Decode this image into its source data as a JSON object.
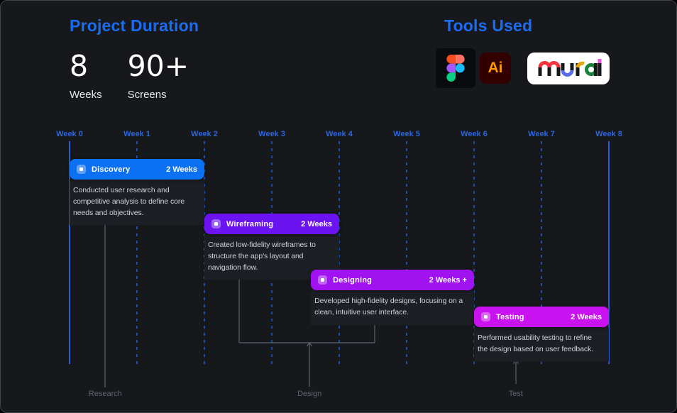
{
  "header": {
    "duration_title": "Project Duration",
    "stats": [
      {
        "value": "8",
        "label": "Weeks"
      },
      {
        "value": "90+",
        "label": "Screens"
      }
    ],
    "tools_title": "Tools Used",
    "tools": [
      {
        "name": "Figma"
      },
      {
        "name": "Adobe Illustrator",
        "short_label": "Ai"
      },
      {
        "name": "Mural"
      }
    ],
    "accent_blue": "#1a6df2"
  },
  "chart_data": {
    "type": "bar",
    "subtype": "gantt-timeline",
    "x_ticks": [
      "Week 0",
      "Week 1",
      "Week 2",
      "Week 3",
      "Week 4",
      "Week 5",
      "Week 6",
      "Week 7",
      "Week 8"
    ],
    "x_range": [
      0,
      8
    ],
    "grid": "dashed-vertical",
    "series": [
      {
        "name": "Discovery",
        "start_week": 0,
        "end_week": 2,
        "duration_label": "2 Weeks",
        "color": "#0c70f2",
        "description": "Conducted user research and competitive analysis to define core needs and objectives."
      },
      {
        "name": "Wireframing",
        "start_week": 2,
        "end_week": 4,
        "duration_label": "2 Weeks",
        "color": "#6c13f2",
        "description": "Created low-fidelity wireframes to structure the app's layout and navigation flow."
      },
      {
        "name": "Designing",
        "start_week": 3.58,
        "end_week": 6,
        "duration_label": "2 Weeks +",
        "color": "#a112f0",
        "description": "Developed high-fidelity designs, focusing on a clean, intuitive user interface."
      },
      {
        "name": "Testing",
        "start_week": 6,
        "end_week": 8,
        "duration_label": "2 Weeks",
        "color": "#ca12f0",
        "description": "Performed usability testing to refine the design based on user feedback."
      }
    ],
    "phase_labels": [
      {
        "label": "Research",
        "week": 0.53
      },
      {
        "label": "Design",
        "week": 3.56
      },
      {
        "label": "Test",
        "week": 6.62
      }
    ]
  }
}
